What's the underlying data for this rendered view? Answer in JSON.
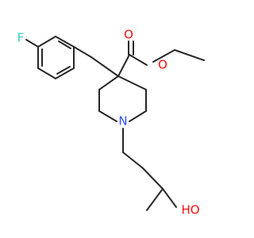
{
  "molecule": {
    "atoms": {
      "fluorine": {
        "symbol": "F",
        "color": "#33cccc"
      },
      "ester_carbonyl_oxygen": {
        "symbol": "O",
        "color": "#ff0d0d"
      },
      "ester_ether_oxygen": {
        "symbol": "O",
        "color": "#ff0d0d"
      },
      "ring_nitrogen": {
        "symbol": "N",
        "color": "#3050f8"
      },
      "hydroxyl": {
        "symbol": "HO",
        "color": "#ff0d0d"
      }
    },
    "bond_color": "#262626",
    "background": "#ffffff"
  }
}
